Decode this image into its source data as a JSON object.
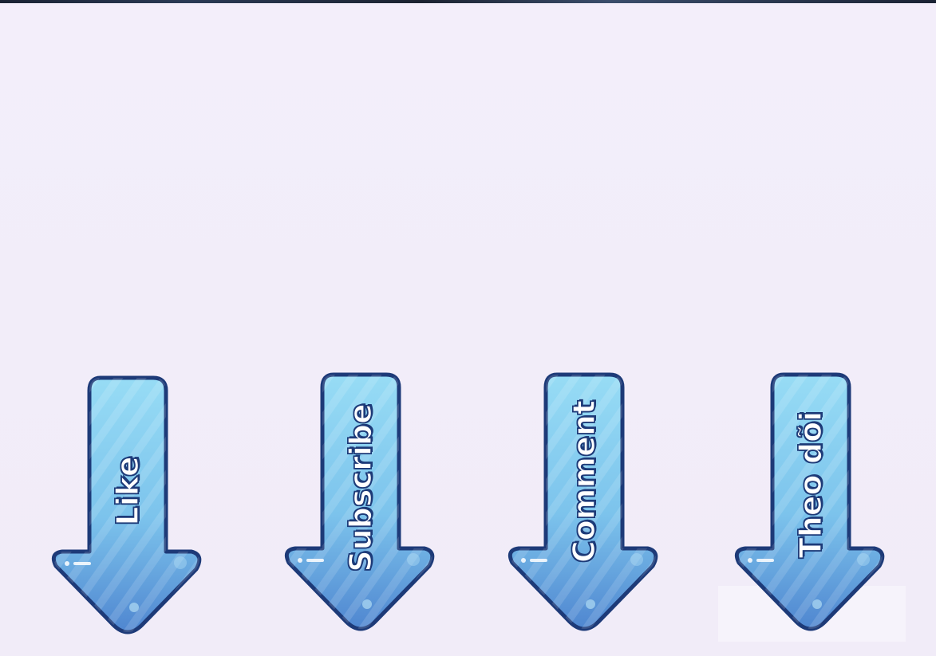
{
  "arrows": [
    {
      "label": "Like",
      "icon": "down-arrow-icon"
    },
    {
      "label": "Subscribe",
      "icon": "down-arrow-icon"
    },
    {
      "label": "Comment",
      "icon": "down-arrow-icon"
    },
    {
      "label": "Theo dõi",
      "icon": "down-arrow-icon"
    }
  ],
  "colors": {
    "background": "#f3eefa",
    "arrow_fill_light": "#8fd6f2",
    "arrow_fill_dark": "#5b93d6",
    "arrow_outline": "#1d3a78",
    "label_text": "#ffffff"
  }
}
